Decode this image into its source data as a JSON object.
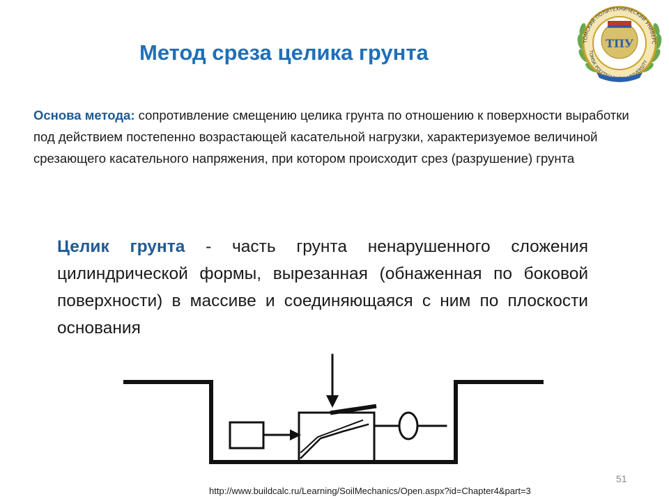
{
  "slide": {
    "title": "Метод среза целика грунта",
    "page_number": "51",
    "source_url": "http://www.buildcalc.ru/Learning/SoilMechanics/Open.aspx?id=Chapter4&part=3"
  },
  "method_basis": {
    "term": "Основа метода:",
    "text": " сопротивление смещению целика грунта по отношению к поверхности выработки под действием постепенно возрастающей касательной нагрузки, характеризуемое величиной срезающего касательного напряжения, при котором происходит срез (разрушение) грунта"
  },
  "definition": {
    "term": "Целик грунта",
    "text": " - часть грунта ненарушенного сложения цилиндрической формы, вырезанная (обнаженная по боковой поверхности) в массиве и соединяющаяся с ним по плоскости основания"
  },
  "logo": {
    "name": "university-emblem",
    "text_top": "ТОМСКИЙ ПОЛИТЕХНИЧЕСКИЙ УНИВЕРСИТЕТ",
    "text_bottom": "TOMSK POLYTECHNICAL UNIVERSITY",
    "monogram": "ТПУ",
    "colors": {
      "gold": "#c9a227",
      "green": "#6aa84f",
      "blue": "#2b5fa8",
      "red": "#c0392b"
    }
  },
  "colors": {
    "title": "#1f6fb8",
    "term": "#1f5a96",
    "text": "#1a1a1a"
  }
}
